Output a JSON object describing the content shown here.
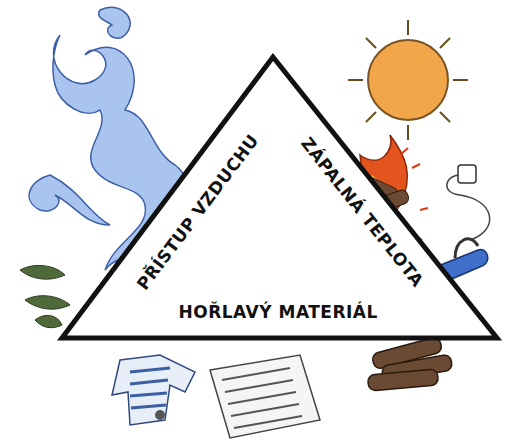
{
  "diagram": {
    "labels": [
      "PŘÍSTUP VZDUCHU",
      "ZÁPALNÁ TEPLOTA",
      "HOŘLAVÝ MATERIÁL"
    ]
  }
}
